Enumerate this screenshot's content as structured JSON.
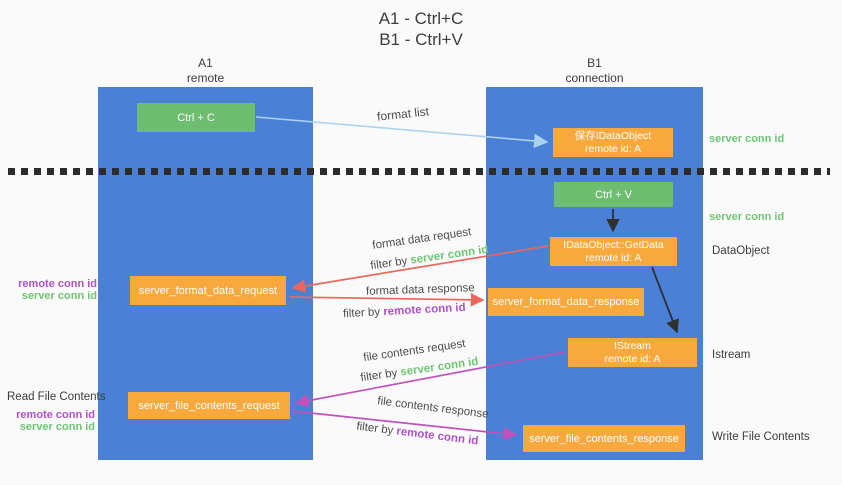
{
  "title": {
    "line1": "A1 - Ctrl+C",
    "line2": "B1 - Ctrl+V"
  },
  "lanes": {
    "a1": {
      "name": "A1",
      "subtitle": "remote"
    },
    "b1": {
      "name": "B1",
      "subtitle": "connection"
    }
  },
  "nodes": {
    "ctrl_c": {
      "label": "Ctrl + C"
    },
    "save_idataobject": {
      "line1": "保存IDataObject",
      "line2": "remote id: A"
    },
    "ctrl_v": {
      "label": "Ctrl + V"
    },
    "getdata": {
      "line1": "IDataObject::GetData",
      "line2": "remote id: A"
    },
    "server_format_data_request": {
      "label": "server_format_data_request"
    },
    "server_format_data_response": {
      "label": "server_format_data_response"
    },
    "istream": {
      "line1": "IStream",
      "line2": "remote id: A"
    },
    "server_file_contents_request": {
      "label": "server_file_contents_request"
    },
    "server_file_contents_response": {
      "label": "server_file_contents_response"
    }
  },
  "flow_labels": {
    "format_list": "format list",
    "format_data_request": "format data request",
    "format_data_request_filter_prefix": "filter by ",
    "format_data_request_filter_value": "server conn id",
    "format_data_response": "format data response",
    "format_data_response_filter_prefix": "filter by ",
    "format_data_response_filter_value": "remote conn id",
    "file_contents_request": "file contents request",
    "file_contents_request_filter_prefix": "filter by ",
    "file_contents_request_filter_value": "server conn id",
    "file_contents_response": "file contents response",
    "file_contents_response_filter_prefix": "filter by ",
    "file_contents_response_filter_value": "remote conn id"
  },
  "annotations": {
    "right_server_conn_id_top": "server conn id",
    "right_server_conn_id_ctrl_v": "server conn id",
    "right_dataobject": "DataObject",
    "right_istream": "Istream",
    "right_write_file_contents": "Write File Contents",
    "left_remote_conn_id_format": "remote conn id",
    "left_server_conn_id_format": "server conn id",
    "left_read_file_contents": "Read File Contents",
    "left_remote_conn_id_file": "remote conn id",
    "left_server_conn_id_file": "server conn id"
  },
  "colors": {
    "lane_blue": "#4a81d6",
    "node_green": "#6ebd71",
    "node_orange": "#f8a93e",
    "text_green": "#6fc573",
    "text_purple": "#ae53c5",
    "arrow_red": "#ea675e",
    "arrow_magenta": "#c152bb",
    "arrow_blue": "#abd3f0",
    "arrow_black": "#2f2f2f"
  }
}
